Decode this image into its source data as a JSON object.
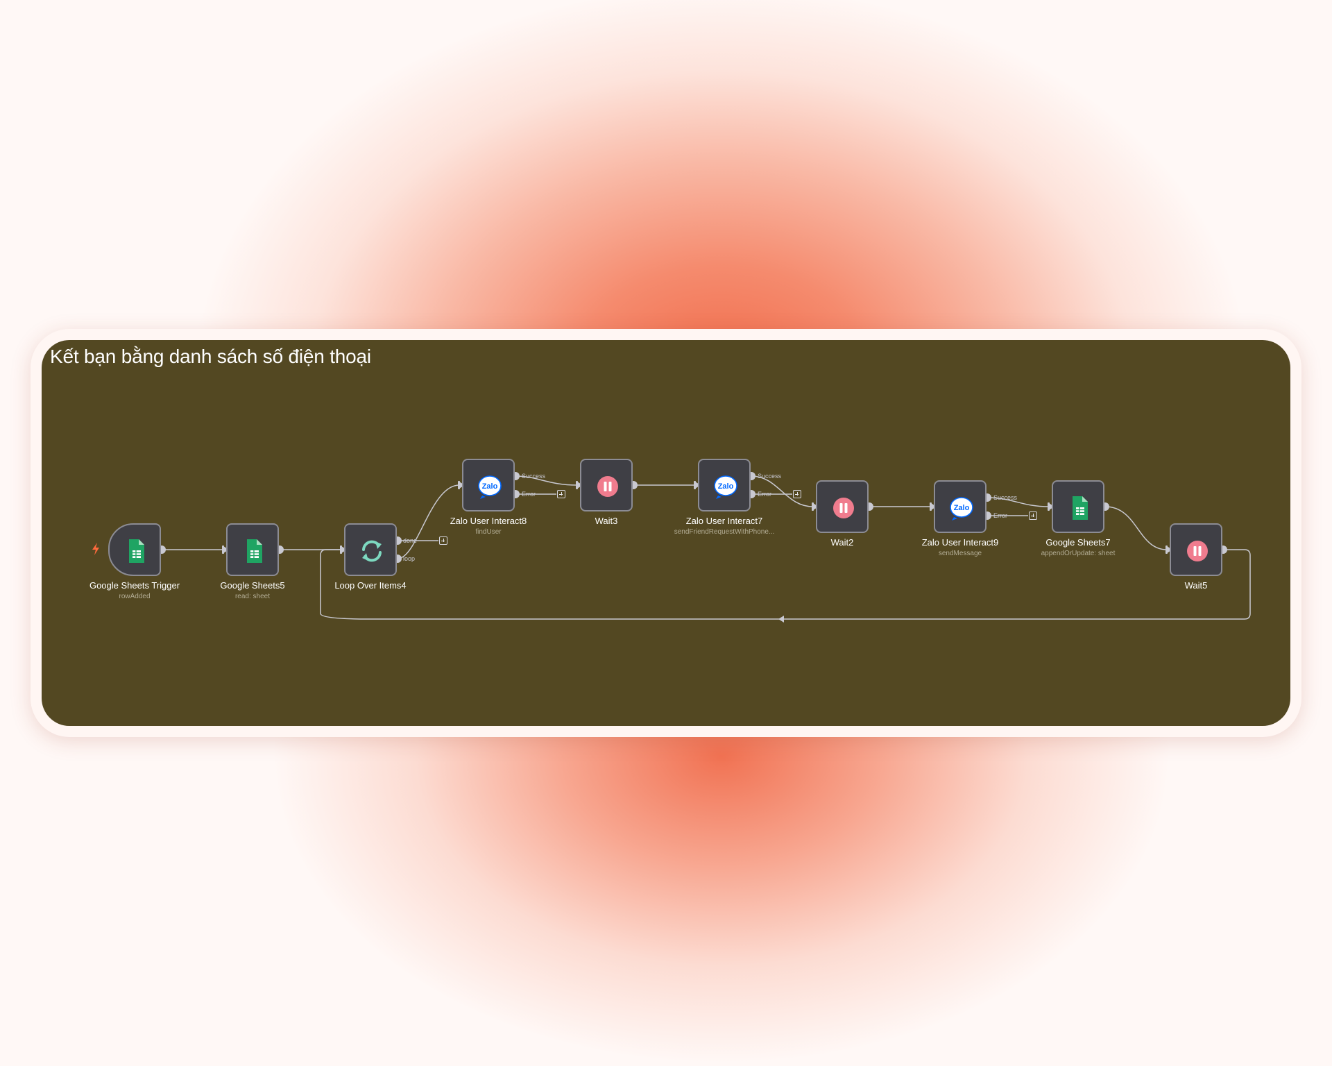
{
  "workflow": {
    "title": "Kết bạn bằng danh sách số điện thoại"
  },
  "colors": {
    "canvas": "#534822",
    "node_fill": "#3f3f45",
    "node_border": "#8c8c94",
    "wire": "#c9c9d1",
    "sheets_green": "#1fa463",
    "zalo_blue": "#0068ff",
    "wait_pink": "#f07c8e",
    "loop_teal": "#7dd9c0",
    "trigger_bolt": "#ff6a3d"
  },
  "nodes": {
    "sheets_trigger": {
      "label": "Google Sheets Trigger",
      "subtitle": "rowAdded",
      "icon": "google-sheets-icon"
    },
    "sheets5": {
      "label": "Google Sheets5",
      "subtitle": "read: sheet",
      "icon": "google-sheets-icon"
    },
    "loop4": {
      "label": "Loop Over Items4",
      "icon": "loop-arrows-icon",
      "out_done": "done",
      "out_loop": "loop"
    },
    "zalo8": {
      "label": "Zalo User Interact8",
      "subtitle": "findUser",
      "icon": "zalo-icon",
      "icon_text": "Zalo",
      "out_success": "Success",
      "out_error": "Error"
    },
    "wait3": {
      "label": "Wait3",
      "icon": "pause-icon"
    },
    "zalo7": {
      "label": "Zalo User Interact7",
      "subtitle": "sendFriendRequestWithPhone...",
      "icon": "zalo-icon",
      "icon_text": "Zalo",
      "out_success": "Success",
      "out_error": "Error"
    },
    "wait2": {
      "label": "Wait2",
      "icon": "pause-icon"
    },
    "zalo9": {
      "label": "Zalo User Interact9",
      "subtitle": "sendMessage",
      "icon": "zalo-icon",
      "icon_text": "Zalo",
      "out_success": "Success",
      "out_error": "Error"
    },
    "sheets7": {
      "label": "Google Sheets7",
      "subtitle": "appendOrUpdate: sheet",
      "icon": "google-sheets-icon"
    },
    "wait5": {
      "label": "Wait5",
      "icon": "pause-icon"
    }
  }
}
